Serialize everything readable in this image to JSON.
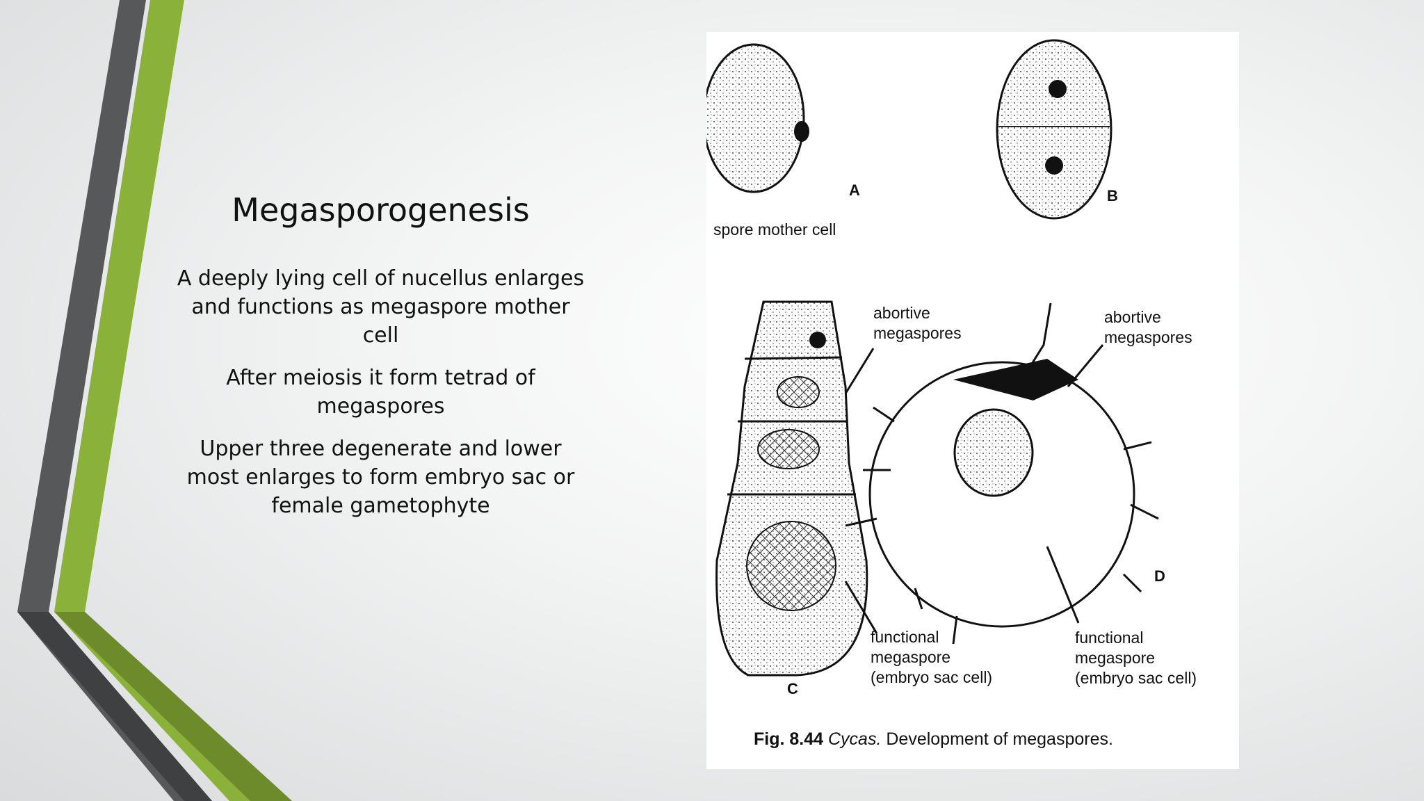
{
  "slide": {
    "title": "Megasporogenesis",
    "bullets": [
      "A deeply lying cell of nucellus enlarges and functions as megaspore mother cell",
      "After meiosis it form tetrad of megaspores",
      "Upper three degenerate and lower most enlarges to form embryo sac or female gametophyte"
    ],
    "accent_colors": {
      "dark_gray": "#56585a",
      "green": "#8ab13a",
      "dark_green": "#6e8b2c"
    }
  },
  "figure": {
    "panels": [
      "A",
      "B",
      "C",
      "D"
    ],
    "labels": {
      "spore_mother_cell": "spore mother cell",
      "abortive_c": "abortive megaspores",
      "abortive_d": "abortive megaspores",
      "functional_c_line1": "functional",
      "functional_c_line2": "megaspore",
      "functional_c_line3": "(embryo sac cell)",
      "functional_d_line1": "functional",
      "functional_d_line2": "megaspore",
      "functional_d_line3": "(embryo sac cell)"
    },
    "caption": {
      "fig_no": "Fig. 8.44",
      "genus": "Cycas.",
      "text": "Development of megaspores."
    }
  }
}
